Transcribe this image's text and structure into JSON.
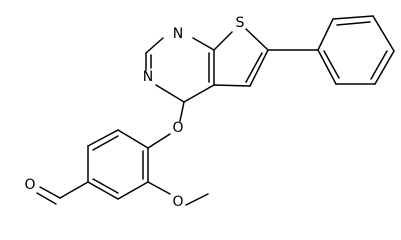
{
  "molecule": {
    "atoms": {
      "ring_n_top": "N",
      "ring_n_left": "N",
      "thiophene_s": "S",
      "ether_o": "O",
      "methoxy_o": "O",
      "aldehyde_o": "O"
    }
  },
  "colors": {
    "bond": "#000000",
    "label": "#000000",
    "background": "#ffffff"
  }
}
